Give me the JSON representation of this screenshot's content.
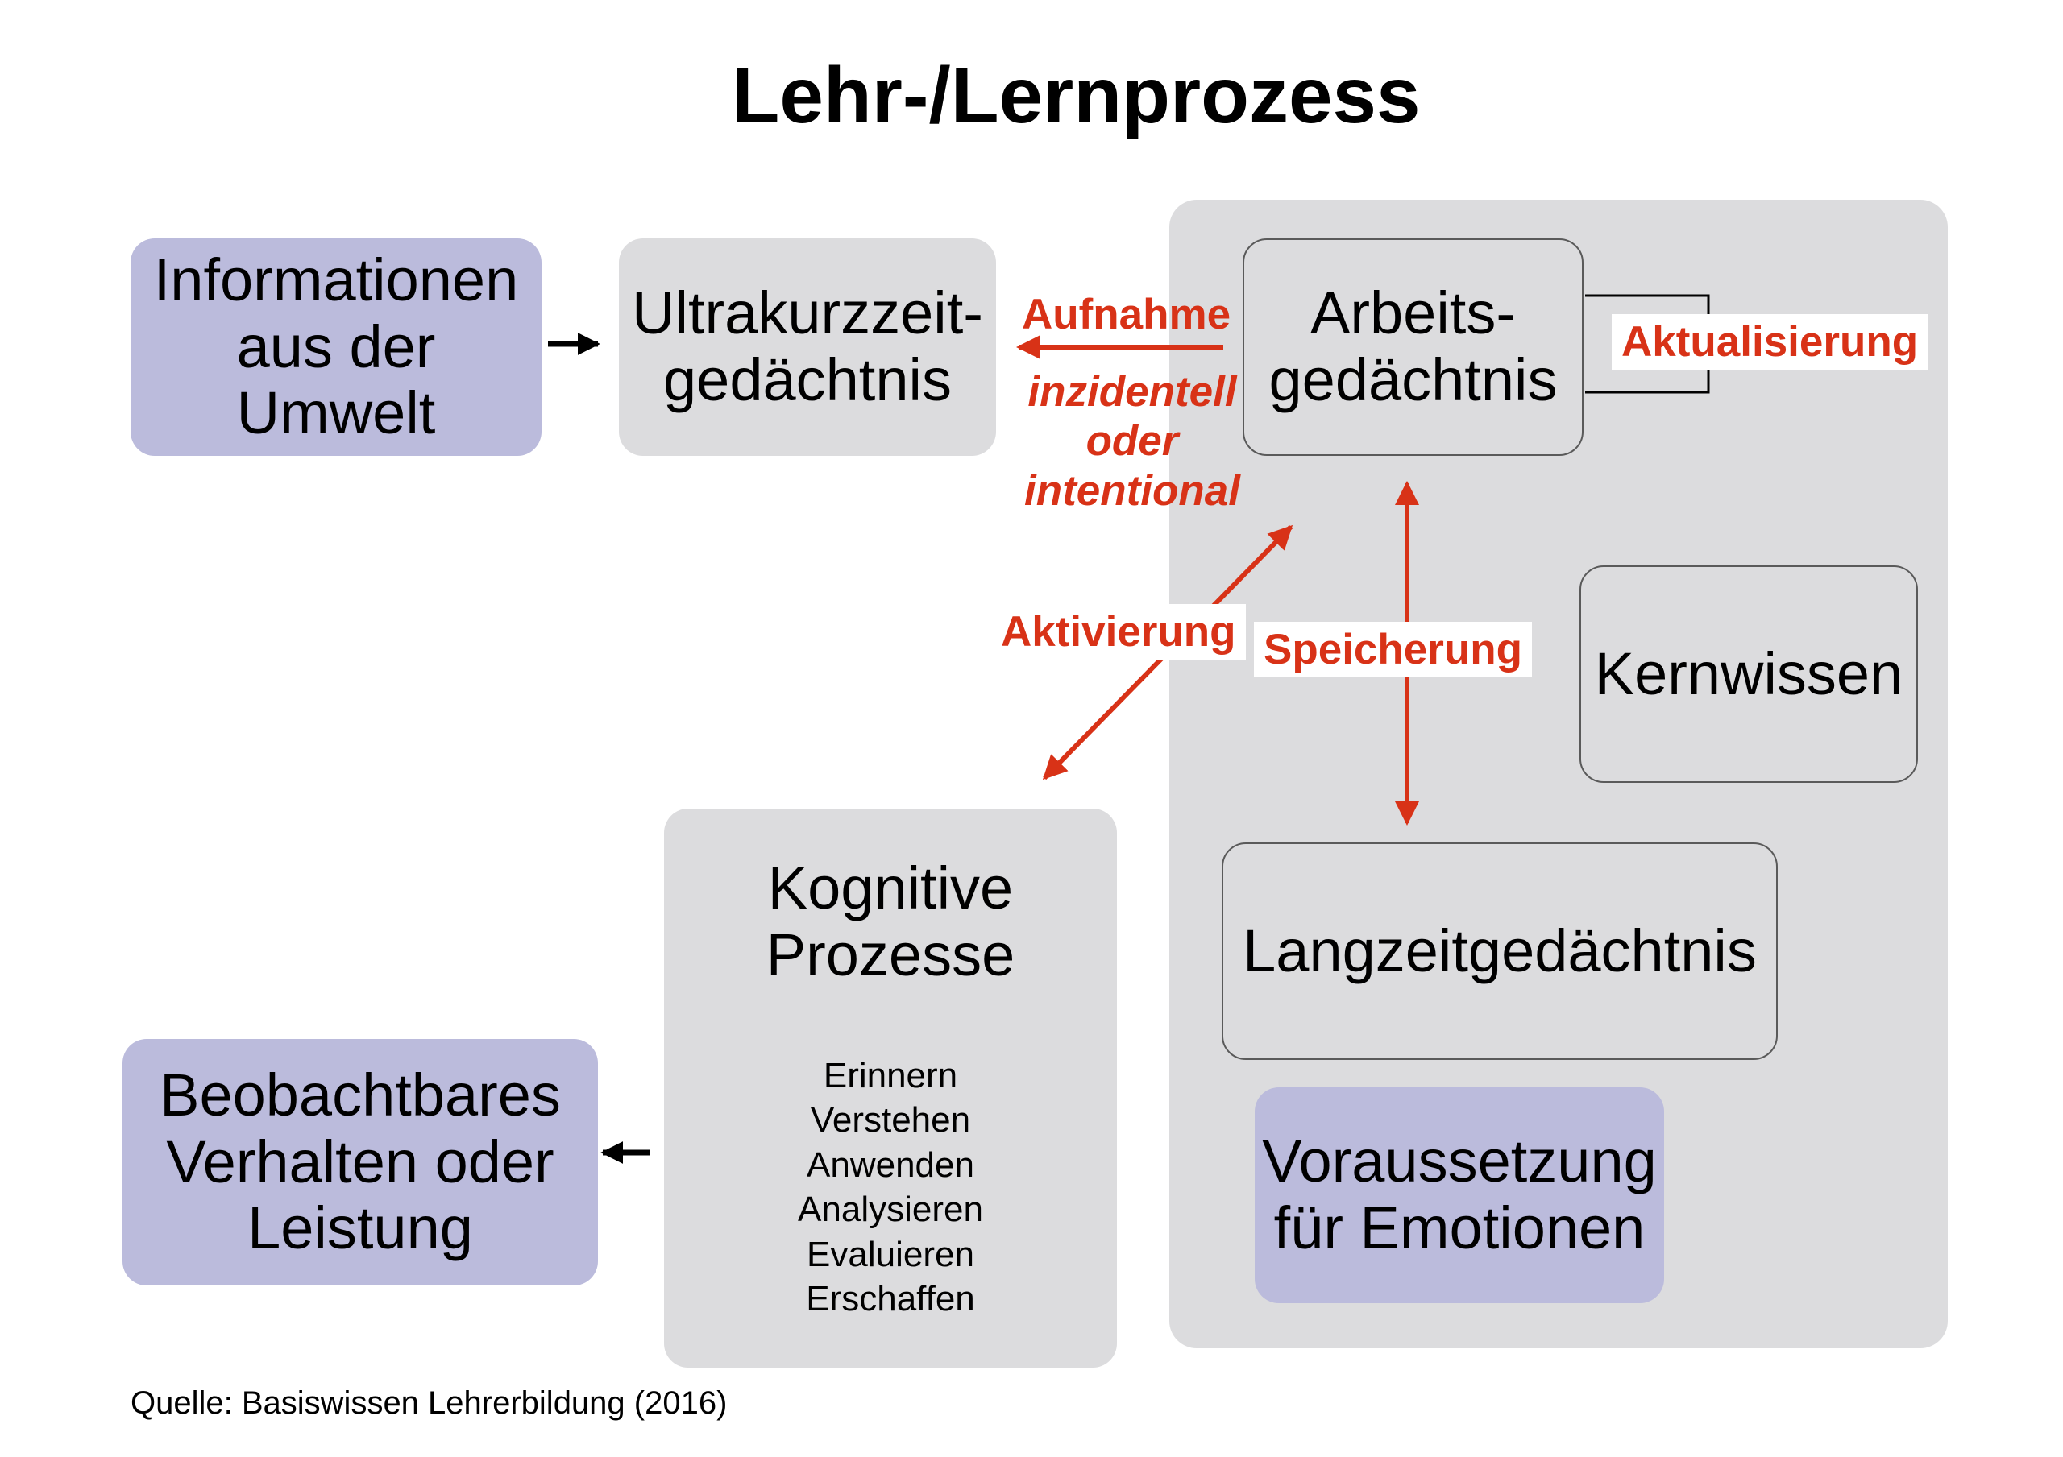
{
  "title": "Lehr-/Lernprozess",
  "boxes": {
    "informationen": "Informationen\naus der\nUmwelt",
    "ultrakurzzeit": "Ultrakurzzeit-\ngedächtnis",
    "arbeits": "Arbeits-\ngedächtnis",
    "kernwissen": "Kernwissen",
    "langzeit": "Langzeitgedächtnis",
    "voraussetzung": "Voraussetzung\nfür Emotionen",
    "kognitive": "Kognitive\nProzesse",
    "beobachtbares": "Beobachtbares\nVerhalten oder\nLeistung"
  },
  "kognitive_list": [
    "Erinnern",
    "Verstehen",
    "Anwenden",
    "Analysieren",
    "Evaluieren",
    "Erschaffen"
  ],
  "labels": {
    "aufnahme": "Aufnahme",
    "inzidentell": "inzidentell\noder\nintentional",
    "aktualisierung": "Aktualisierung",
    "aktivierung": "Aktivierung",
    "speicherung": "Speicherung"
  },
  "source": "Quelle: Basiswissen Lehrerbildung (2016)",
  "colors": {
    "purple_box": "#bbbbdc",
    "grey_box": "#dcdcde",
    "accent_red": "#d83217"
  }
}
